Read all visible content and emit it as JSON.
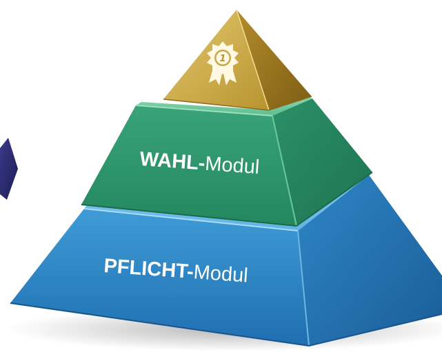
{
  "pyramid": {
    "tiers": [
      {
        "id": "top",
        "icon": "award-badge-icon",
        "badge_number": "1",
        "color": "#c9a84a"
      },
      {
        "id": "middle",
        "bold": "WAHL-",
        "light": "Modul",
        "color": "#2f9a6e"
      },
      {
        "id": "bottom",
        "bold": "PFLICHT-",
        "light": "Modul",
        "color": "#2d84c3"
      }
    ]
  }
}
